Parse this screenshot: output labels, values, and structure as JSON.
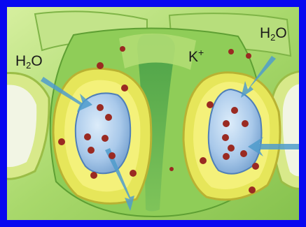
{
  "labels": {
    "water_left": {
      "base": "H",
      "sub": "2",
      "tail": "O"
    },
    "water_right": {
      "base": "H",
      "sub": "2",
      "tail": "O"
    },
    "potassium": {
      "base": "K",
      "sup": "+"
    }
  },
  "colors": {
    "border": "#0808f0",
    "leaf_green": "#6fbf3a",
    "guard_cell": "#e6e65a",
    "vacuole": "#a9c9ea",
    "arrow_blue": "#4f9ccc",
    "potassium_dot": "#9a2a22"
  }
}
